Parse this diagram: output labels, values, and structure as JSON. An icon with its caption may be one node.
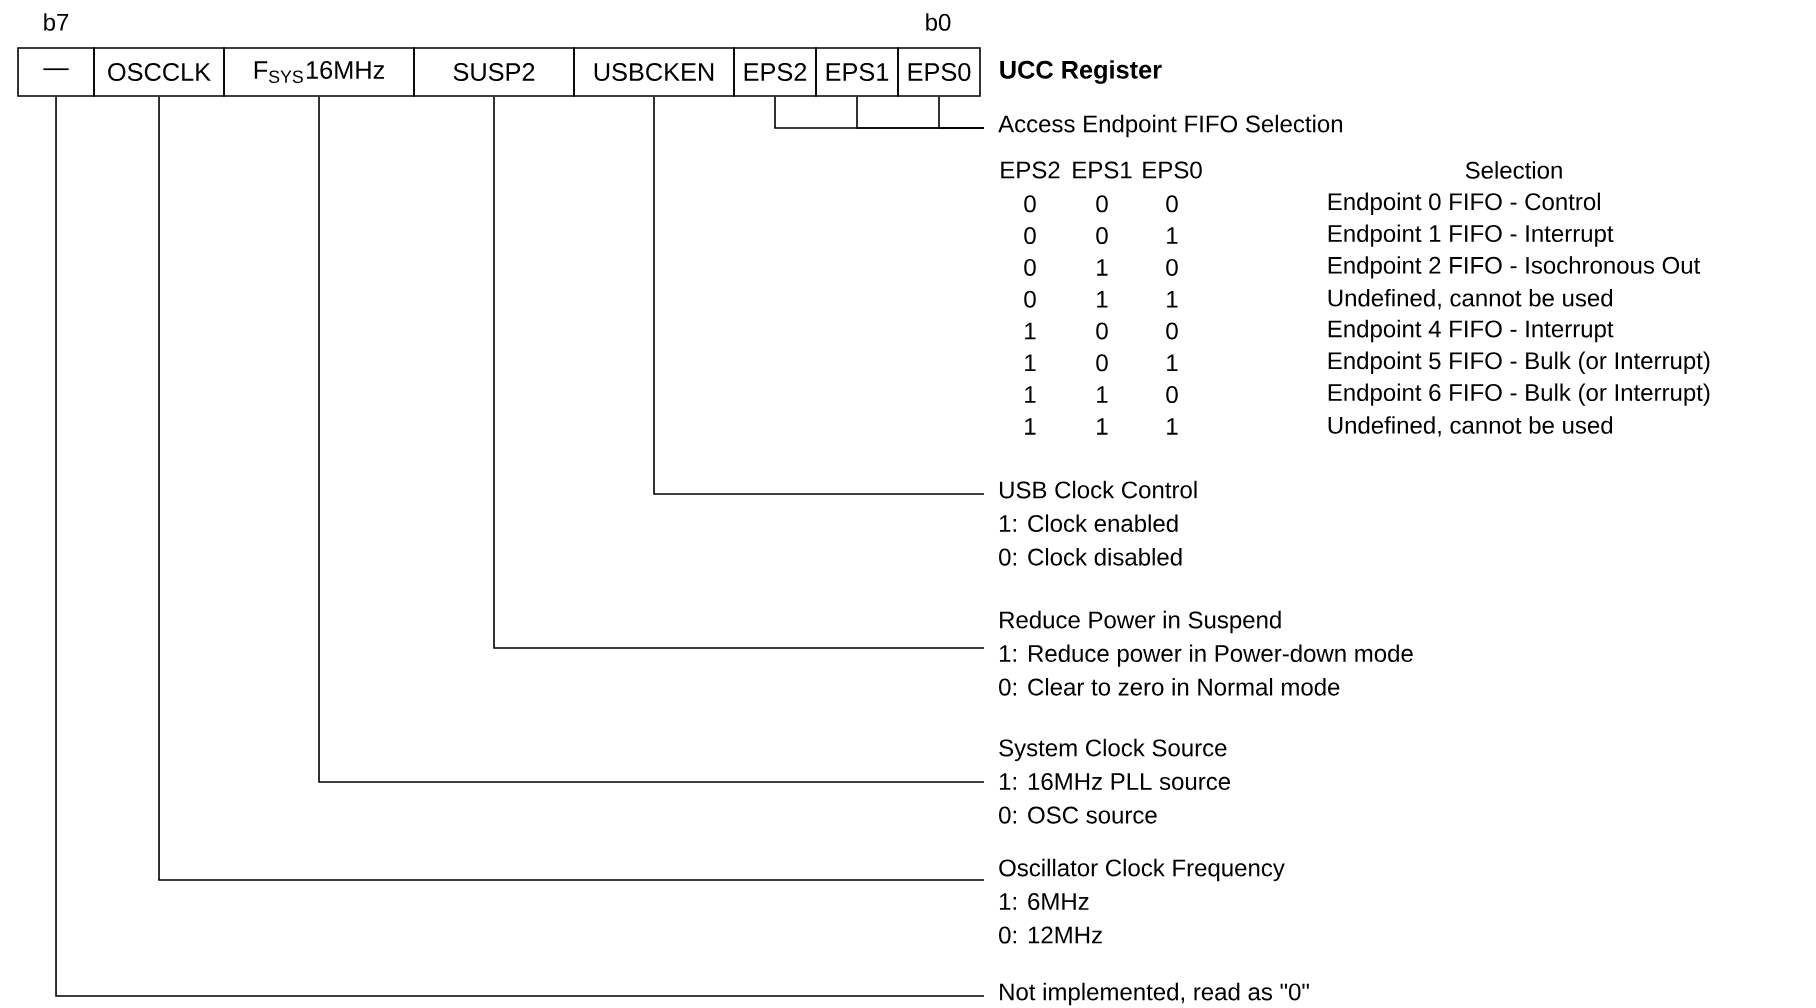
{
  "diagram": {
    "title": "UCC Register",
    "nodes": [
      {
        "text": [
          "—"
        ]
      },
      {
        "text": [
          "OSCCLK"
        ]
      },
      {
        "text": [
          "F$_{SYS}$16MHz"
        ]
      },
      {
        "text": [
          "SUSP2"
        ]
      },
      {
        "text": [
          "USBCKEN"
        ]
      },
      {
        "text": [
          "EPS2"
        ]
      },
      {
        "text": [
          "EPS1"
        ]
      },
      {
        "text": [
          "EPS0"
        ]
      },
      {
        "text": [
          "Access Endpoint FIFO Selection"
        ]
      },
      {
        "text": [
          "USB Clock Control",
          "1: Clock enabled",
          "0: Clock disabled"
        ]
      },
      {
        "text": [
          "Reduce Power in Suspend",
          "1: Reduce power in Power-down mode",
          "0: Clear to zero in Normal mode"
        ]
      },
      {
        "text": [
          "System Clock Source",
          "1: 16MHz PLL source",
          "0: OSC source"
        ]
      },
      {
        "text": [
          "Oscillator Clock Frequency",
          "1: 6MHz",
          "0: 12MHz"
        ]
      },
      {
        "text": [
          "Not implemented, read as \"0\""
        ]
      }
    ],
    "edges": [
      {
        "from": 5,
        "to": 8,
        "arrow": "none"
      },
      {
        "from": 6,
        "to": 8,
        "arrow": "none"
      },
      {
        "from": 7,
        "to": 8,
        "arrow": "none"
      },
      {
        "from": 4,
        "to": 9,
        "arrow": "none"
      },
      {
        "from": 3,
        "to": 10,
        "arrow": "none"
      },
      {
        "from": 2,
        "to": 11,
        "arrow": "none"
      },
      {
        "from": 1,
        "to": 12,
        "arrow": "none"
      },
      {
        "from": 0,
        "to": 13,
        "arrow": "none"
      }
    ],
    "labels": [
      "b7",
      "b0",
      "EPS2",
      "EPS1",
      "EPS0",
      "Selection",
      "0",
      "0",
      "0",
      "Endpoint 0 FIFO - Control",
      "0",
      "0",
      "1",
      "Endpoint 1 FIFO - Interrupt",
      "0",
      "1",
      "0",
      "Endpoint 2 FIFO - Isochronous Out",
      "0",
      "1",
      "1",
      "Undefined, cannot be used",
      "1",
      "0",
      "0",
      "Endpoint 4 FIFO - Interrupt",
      "1",
      "0",
      "1",
      "Endpoint 5 FIFO - Bulk (or Interrupt)",
      "1",
      "1",
      "0",
      "Endpoint 6 FIFO - Bulk (or Interrupt)",
      "1",
      "1",
      "1",
      "Undefined, cannot be used"
    ]
  }
}
